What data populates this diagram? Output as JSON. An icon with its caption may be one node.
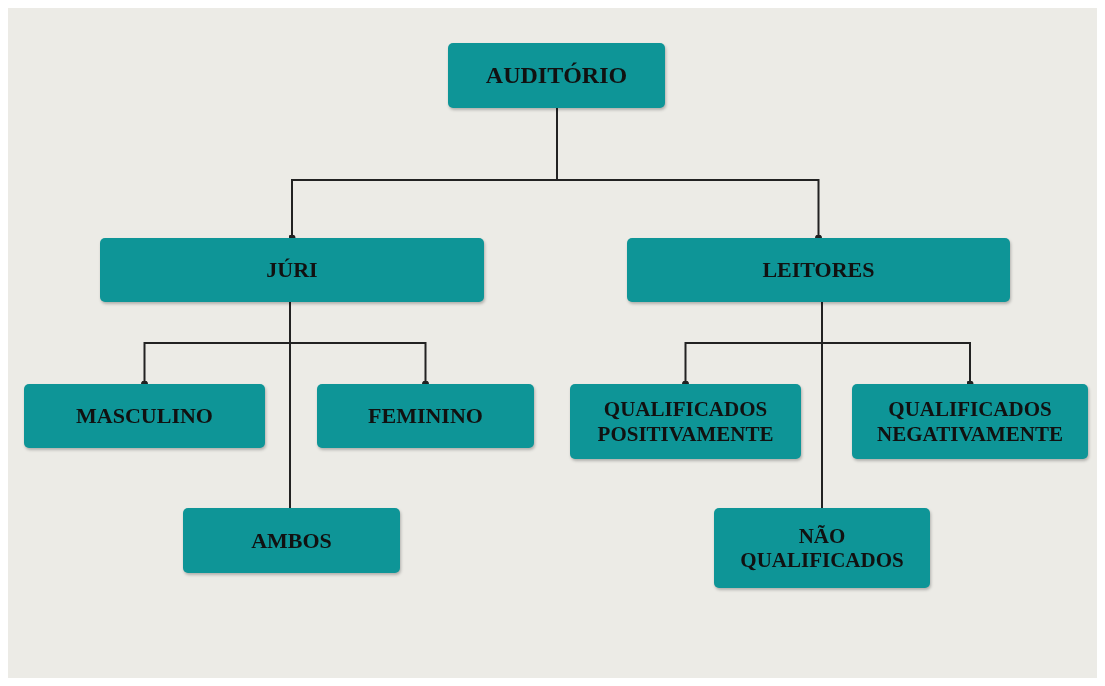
{
  "diagram": {
    "nodes": [
      {
        "text": [
          "AUDITÓRIO"
        ]
      },
      {
        "text": [
          "JÚRI"
        ]
      },
      {
        "text": [
          "LEITORES"
        ]
      },
      {
        "text": [
          "MASCULINO"
        ]
      },
      {
        "text": [
          "FEMININO"
        ]
      },
      {
        "text": [
          "AMBOS"
        ]
      },
      {
        "text": [
          "QUALIFICADOS POSITIVAMENTE"
        ]
      },
      {
        "text": [
          "QUALIFICADOS NEGATIVAMENTE"
        ]
      },
      {
        "text": [
          "NÃO QUALIFICADOS"
        ]
      }
    ],
    "edges": [
      {
        "from": 0,
        "to": 1,
        "arrow": "other"
      },
      {
        "from": 0,
        "to": 2,
        "arrow": "other"
      },
      {
        "from": 1,
        "to": 3,
        "arrow": "other"
      },
      {
        "from": 1,
        "to": 4,
        "arrow": "other"
      },
      {
        "from": 1,
        "to": 5,
        "arrow": "none"
      },
      {
        "from": 2,
        "to": 6,
        "arrow": "other"
      },
      {
        "from": 2,
        "to": 7,
        "arrow": "other"
      },
      {
        "from": 2,
        "to": 8,
        "arrow": "none"
      }
    ]
  }
}
